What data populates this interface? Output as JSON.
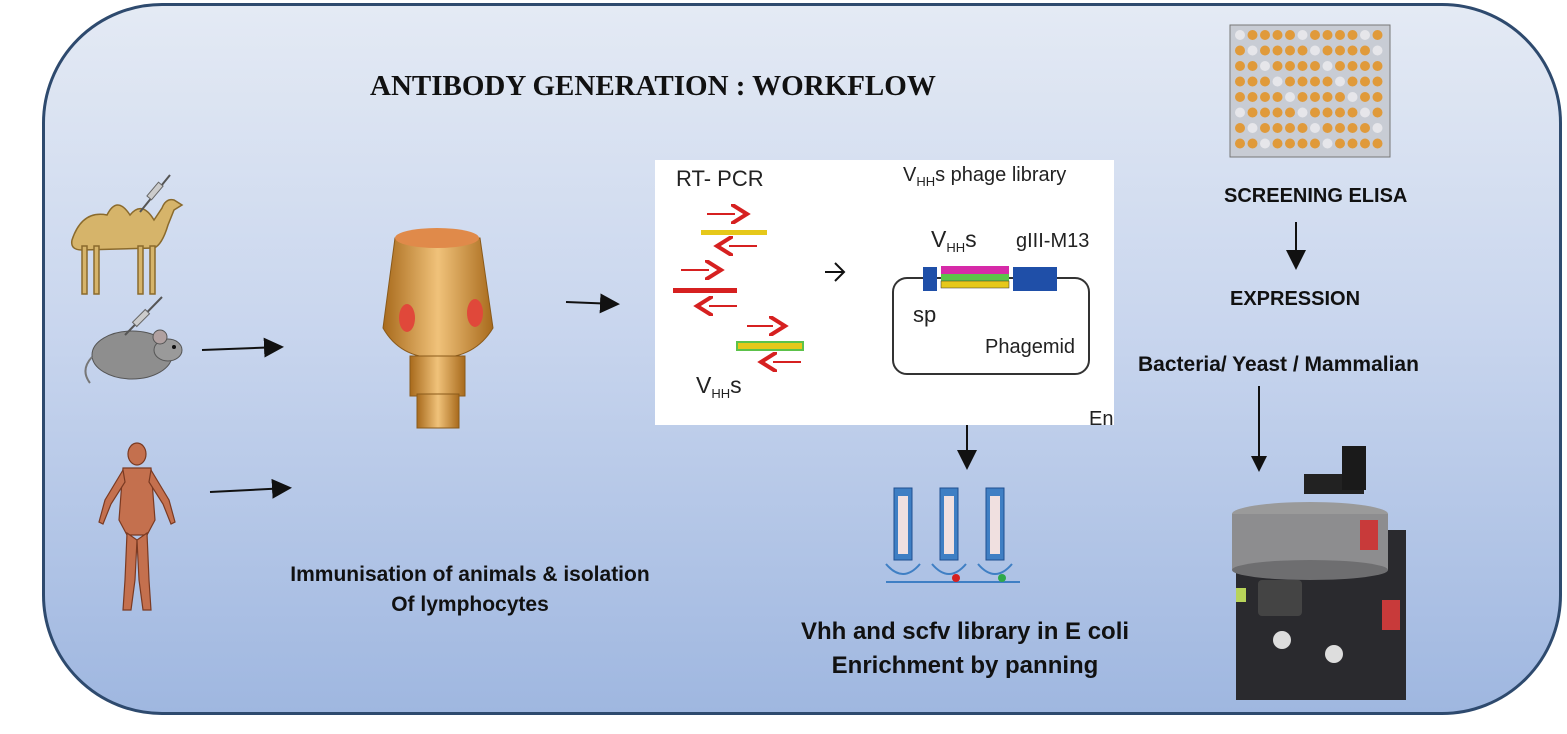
{
  "title": "ANTIBODY GENERATION : WORKFLOW",
  "immunisation": {
    "line1": "Immunisation of animals & isolation",
    "line2": "Of lymphocytes"
  },
  "pcr_panel": {
    "rt_pcr": "RT- PCR",
    "vhh_main": "V",
    "vhh_sub": "HH",
    "vhh_tail": "s",
    "library_tail": "s  phage library",
    "giii": "gIII-M13",
    "sp": "sp",
    "phagemid": "Phagemid",
    "clipped": "En"
  },
  "library": {
    "line1": "Vhh and scfv library in E coli",
    "line2": "Enrichment by panning"
  },
  "screening": "SCREENING ELISA",
  "expression": "EXPRESSION",
  "hosts": "Bacteria/ Yeast / Mammalian",
  "colors": {
    "border": "#2e4a6e",
    "primer_red": "#d62020",
    "primer_yellow": "#e6c81a",
    "vector_blue": "#1f4fa8",
    "insert_magenta": "#d62aa8",
    "insert_green": "#5cc24a"
  }
}
